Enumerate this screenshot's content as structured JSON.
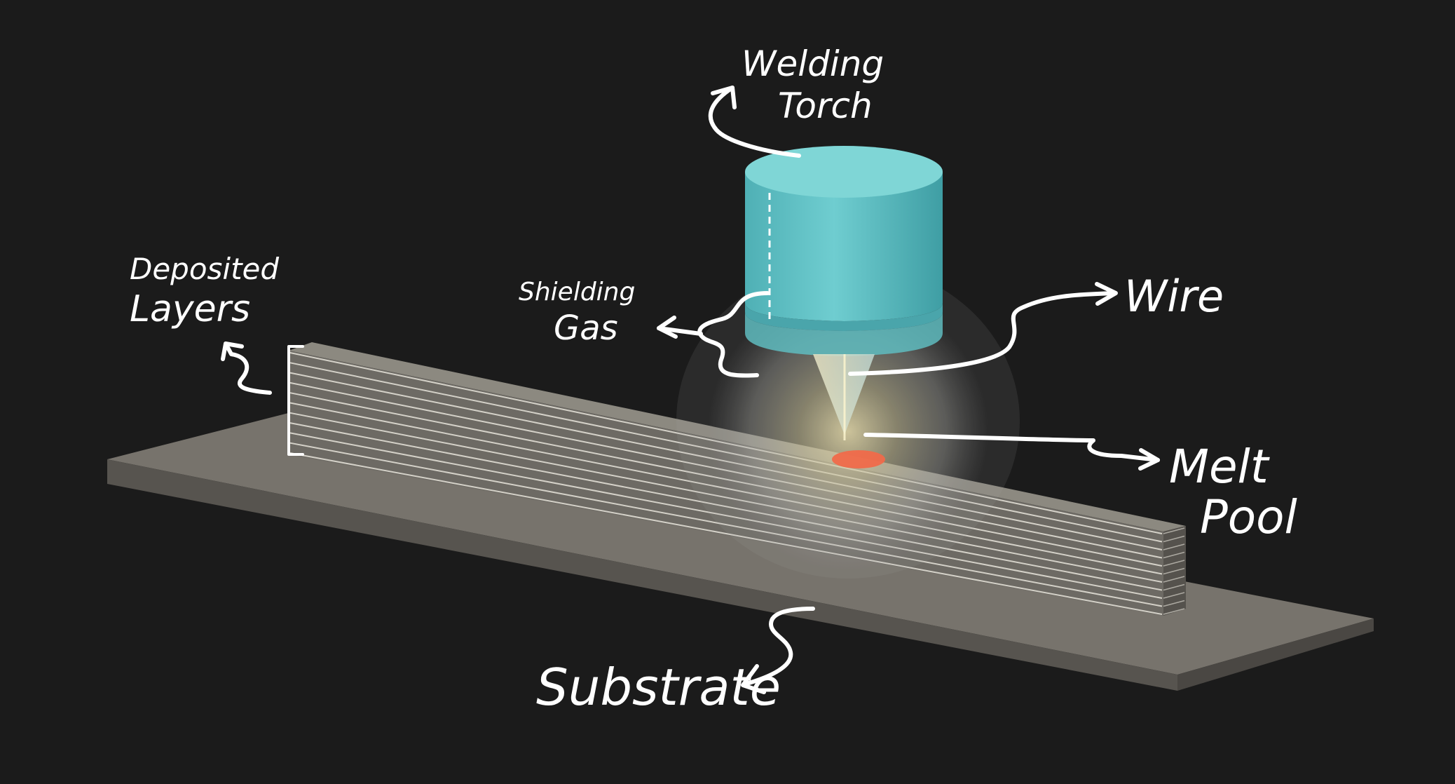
{
  "labels": {
    "welding_torch_line1": "Welding",
    "welding_torch_line2": "Torch",
    "deposited_layers_line1": "Deposited",
    "deposited_layers_line2": "Layers",
    "shielding_gas_line1": "Shielding",
    "shielding_gas_line2": "Gas",
    "wire": "Wire",
    "melt_pool_line1": "Melt",
    "melt_pool_line2": "Pool",
    "substrate": "Substrate"
  },
  "colors": {
    "background": "#1b1b1b",
    "torch_top": "#7fd6d6",
    "torch_side": "#5fbcc0",
    "substrate_top": "#77736c",
    "substrate_front": "#57544f",
    "layers": "#6d6a64",
    "melt_pool": "#f06a4a",
    "annotation": "#ffffff"
  },
  "layer_count": 10
}
